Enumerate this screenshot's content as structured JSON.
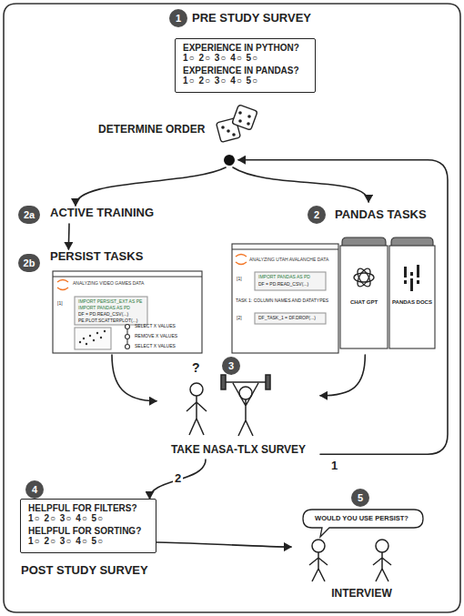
{
  "diagram": {
    "nodes": [
      {
        "text": [
          "PRE STUDY SURVEY",
          "EXPERIENCE IN PYTHON?",
          "1○ 2○ 3○ 4○ 5○",
          "EXPERIENCE IN PANDAS?",
          "1○ 2○ 3○ 4○ 5○"
        ]
      },
      {
        "text": [
          "DETERMINE ORDER"
        ]
      },
      {
        "text": [
          "ACTIVE TRAINING"
        ]
      },
      {
        "text": [
          "PERSIST TASKS"
        ]
      },
      {
        "text": [
          "PANDAS TASKS"
        ]
      },
      {
        "text": [
          "CHAT GPT"
        ],
        "in": 4
      },
      {
        "text": [
          "PANDAS DOCS"
        ],
        "in": 4
      },
      {
        "text": [
          "TAKE NASA-TLX SURVEY"
        ]
      },
      {
        "text": [
          "HELPFUL FOR FILTERS?",
          "1○ 2○ 3○ 4○ 5○",
          "HELPFUL FOR SORTING?",
          "1○ 2○ 3○ 4○ 5○",
          "POST STUDY SURVEY"
        ]
      },
      {
        "text": [
          "WOULD YOU USE PERSIST?",
          "INTERVIEW"
        ]
      }
    ],
    "edges": [
      {
        "from": 1,
        "to": 2,
        "arrow": "to"
      },
      {
        "from": 1,
        "to": 4,
        "arrow": "to"
      },
      {
        "from": 2,
        "to": 3,
        "arrow": "to"
      },
      {
        "from": 3,
        "to": 7,
        "arrow": "to"
      },
      {
        "from": 4,
        "to": 7,
        "arrow": "to"
      },
      {
        "from": 7,
        "to": 1,
        "label": "1",
        "arrow": "to"
      },
      {
        "from": 7,
        "to": 8,
        "label": "2",
        "arrow": "to"
      },
      {
        "from": 8,
        "to": 9,
        "arrow": "to"
      }
    ],
    "labels": [
      "1",
      "2a",
      "2b",
      "2",
      "3",
      "4",
      "5",
      "ANALYZING VIDEO GAMES DATA",
      "[1]",
      "IMPORT PERSIST_EXT AS PE",
      "IMPORT PANDAS AS PD",
      "DF = PD.READ_CSV(...)",
      "PE.PLOT.SCATTERPLOT(...)",
      "SELECT X VALUES",
      "REMOVE X VALUES",
      "SELECT X VALUES",
      "ANALYZING UTAH AVALANCHE DATA",
      "[1]",
      "IMPORT PANDAS AS PD",
      "DF = PD.READ_CSV(...)",
      "TASK 1: COLUMN NAMES AND DATATYPES",
      "[2]",
      "DF_TASK_1 = DF.DROP(...)",
      "?"
    ]
  }
}
